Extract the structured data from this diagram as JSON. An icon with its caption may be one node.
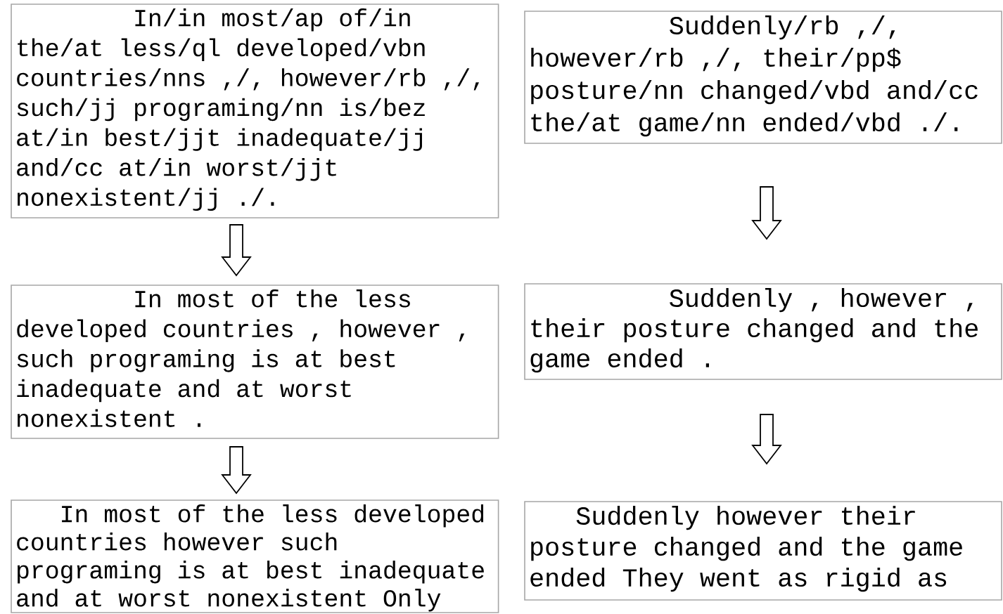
{
  "diagram": {
    "nodes": [
      {
        "text": [
          "In/in most/ap of/in the/at less/ql developed/vbn countries/nns ,/, however/rb ,/, such/jj programing/nn is/bez at/in best/jjt inadequate/jj and/cc at/in worst/jjt nonexistent/jj ./."
        ]
      },
      {
        "text": [
          "In most of the less developed countries , however , such programing is at best inadequate and at worst nonexistent ."
        ]
      },
      {
        "text": [
          "In most of the less developed countries however such programing is at best inadequate and at worst nonexistent Only"
        ]
      },
      {
        "text": [
          "Suddenly/rb ,/, however/rb ,/, their/pp$ posture/nn changed/vbd and/cc the/at game/nn ended/vbd ./."
        ]
      },
      {
        "text": [
          "Suddenly , however , their posture changed and the game ended ."
        ]
      },
      {
        "text": [
          "Suddenly however their posture changed and the game ended They went as rigid as"
        ]
      }
    ],
    "edges": [
      {
        "from": 0,
        "to": 1,
        "arrow": "to"
      },
      {
        "from": 1,
        "to": 2,
        "arrow": "to"
      },
      {
        "from": 3,
        "to": 4,
        "arrow": "to"
      },
      {
        "from": 4,
        "to": 5,
        "arrow": "to"
      }
    ]
  }
}
